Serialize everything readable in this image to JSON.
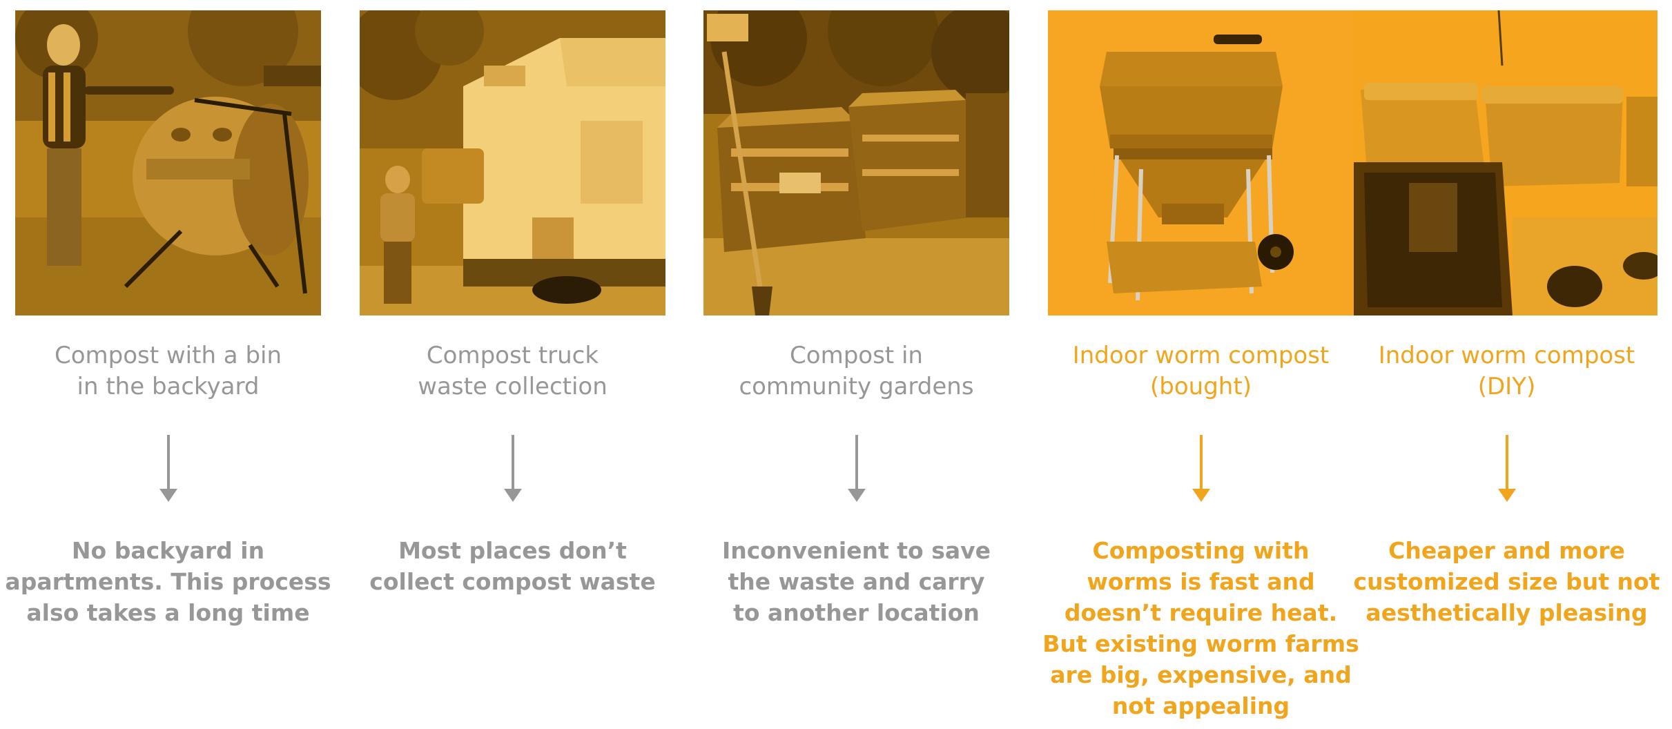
{
  "colors": {
    "gray": "#979797",
    "orange": "#f0a51c",
    "photo_tint": "#f5a31a"
  },
  "items": [
    {
      "title": "Compost with a bin\nin the backyard",
      "description": "No backyard in\napartments. This process\nalso takes a long time",
      "theme": "gray",
      "photo": "woman-with-tumbler-compost-bin"
    },
    {
      "title": "Compost truck\nwaste collection",
      "description": "Most places don’t\ncollect compost waste",
      "theme": "gray",
      "photo": "compost-collection-truck"
    },
    {
      "title": "Compost in\ncommunity gardens",
      "description": "Inconvenient to save\nthe waste and carry\nto another location",
      "theme": "gray",
      "photo": "wooden-compost-bins-in-garden"
    },
    {
      "title": "Indoor worm compost\n(bought)",
      "description": "Composting with\nworms is fast and\ndoesn’t require heat.\nBut existing worm farms\nare big, expensive, and\nnot appealing",
      "theme": "orange",
      "photo": "worm-farm-on-wheeled-stand"
    },
    {
      "title": "Indoor worm compost\n(DIY)",
      "description": "Cheaper and more\ncustomized size but not\naesthetically pleasing",
      "theme": "orange",
      "photo": "diy-plastic-storage-bins"
    }
  ]
}
